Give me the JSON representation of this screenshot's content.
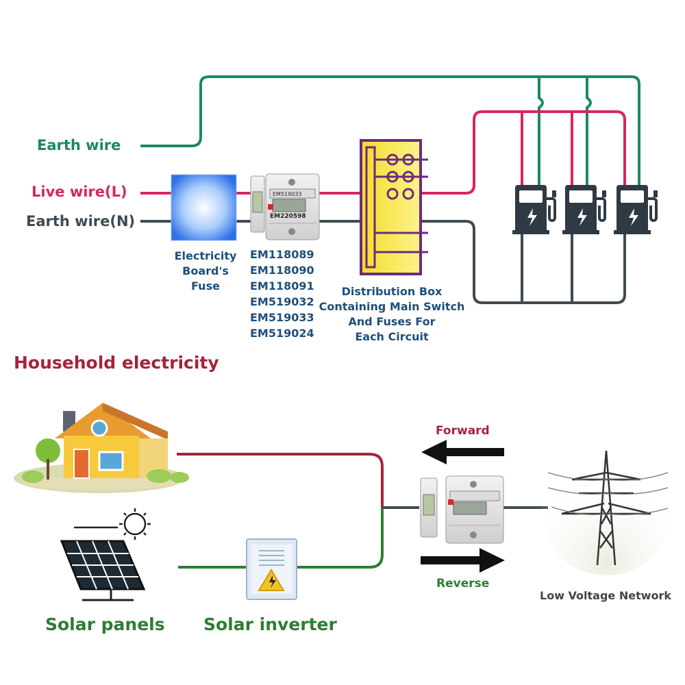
{
  "wires": {
    "earth_top": "Earth wire",
    "live": "Live wire(L)",
    "neutral": "Earth wire(N)"
  },
  "fuse_label_lines": [
    "Electricity",
    "Board's",
    "Fuse"
  ],
  "meter_models": [
    "EM118089",
    "EM118090",
    "EM118091",
    "EM519032",
    "EM519033",
    "EM519024"
  ],
  "meter_display": {
    "top_model": "EM519033",
    "serial": "EM220598"
  },
  "distribution_box_lines": [
    "Distribution Box",
    "Containing Main Switch",
    "And Fuses For",
    "Each Circuit"
  ],
  "household_title": "Household electricity",
  "flow": {
    "forward": "Forward",
    "reverse": "Reverse"
  },
  "solar_panels": "Solar panels",
  "solar_inverter": "Solar inverter",
  "low_voltage_network": "Low Voltage Network",
  "colors": {
    "earth_green": "#1a8a5e",
    "live_red": "#d6265e",
    "neutral_gray": "#3f4a52",
    "solar_green": "#2e7d32",
    "household_red": "#a4233b",
    "label_blue": "#1f4e79",
    "dist_yellow": "#f6e93a",
    "dist_purple": "#6b2a7e"
  },
  "icons": {
    "charger": "ev-charger-icon",
    "house": "house-icon",
    "panel": "solar-panel-icon",
    "inverter": "inverter-icon",
    "tower": "transmission-tower-icon"
  }
}
